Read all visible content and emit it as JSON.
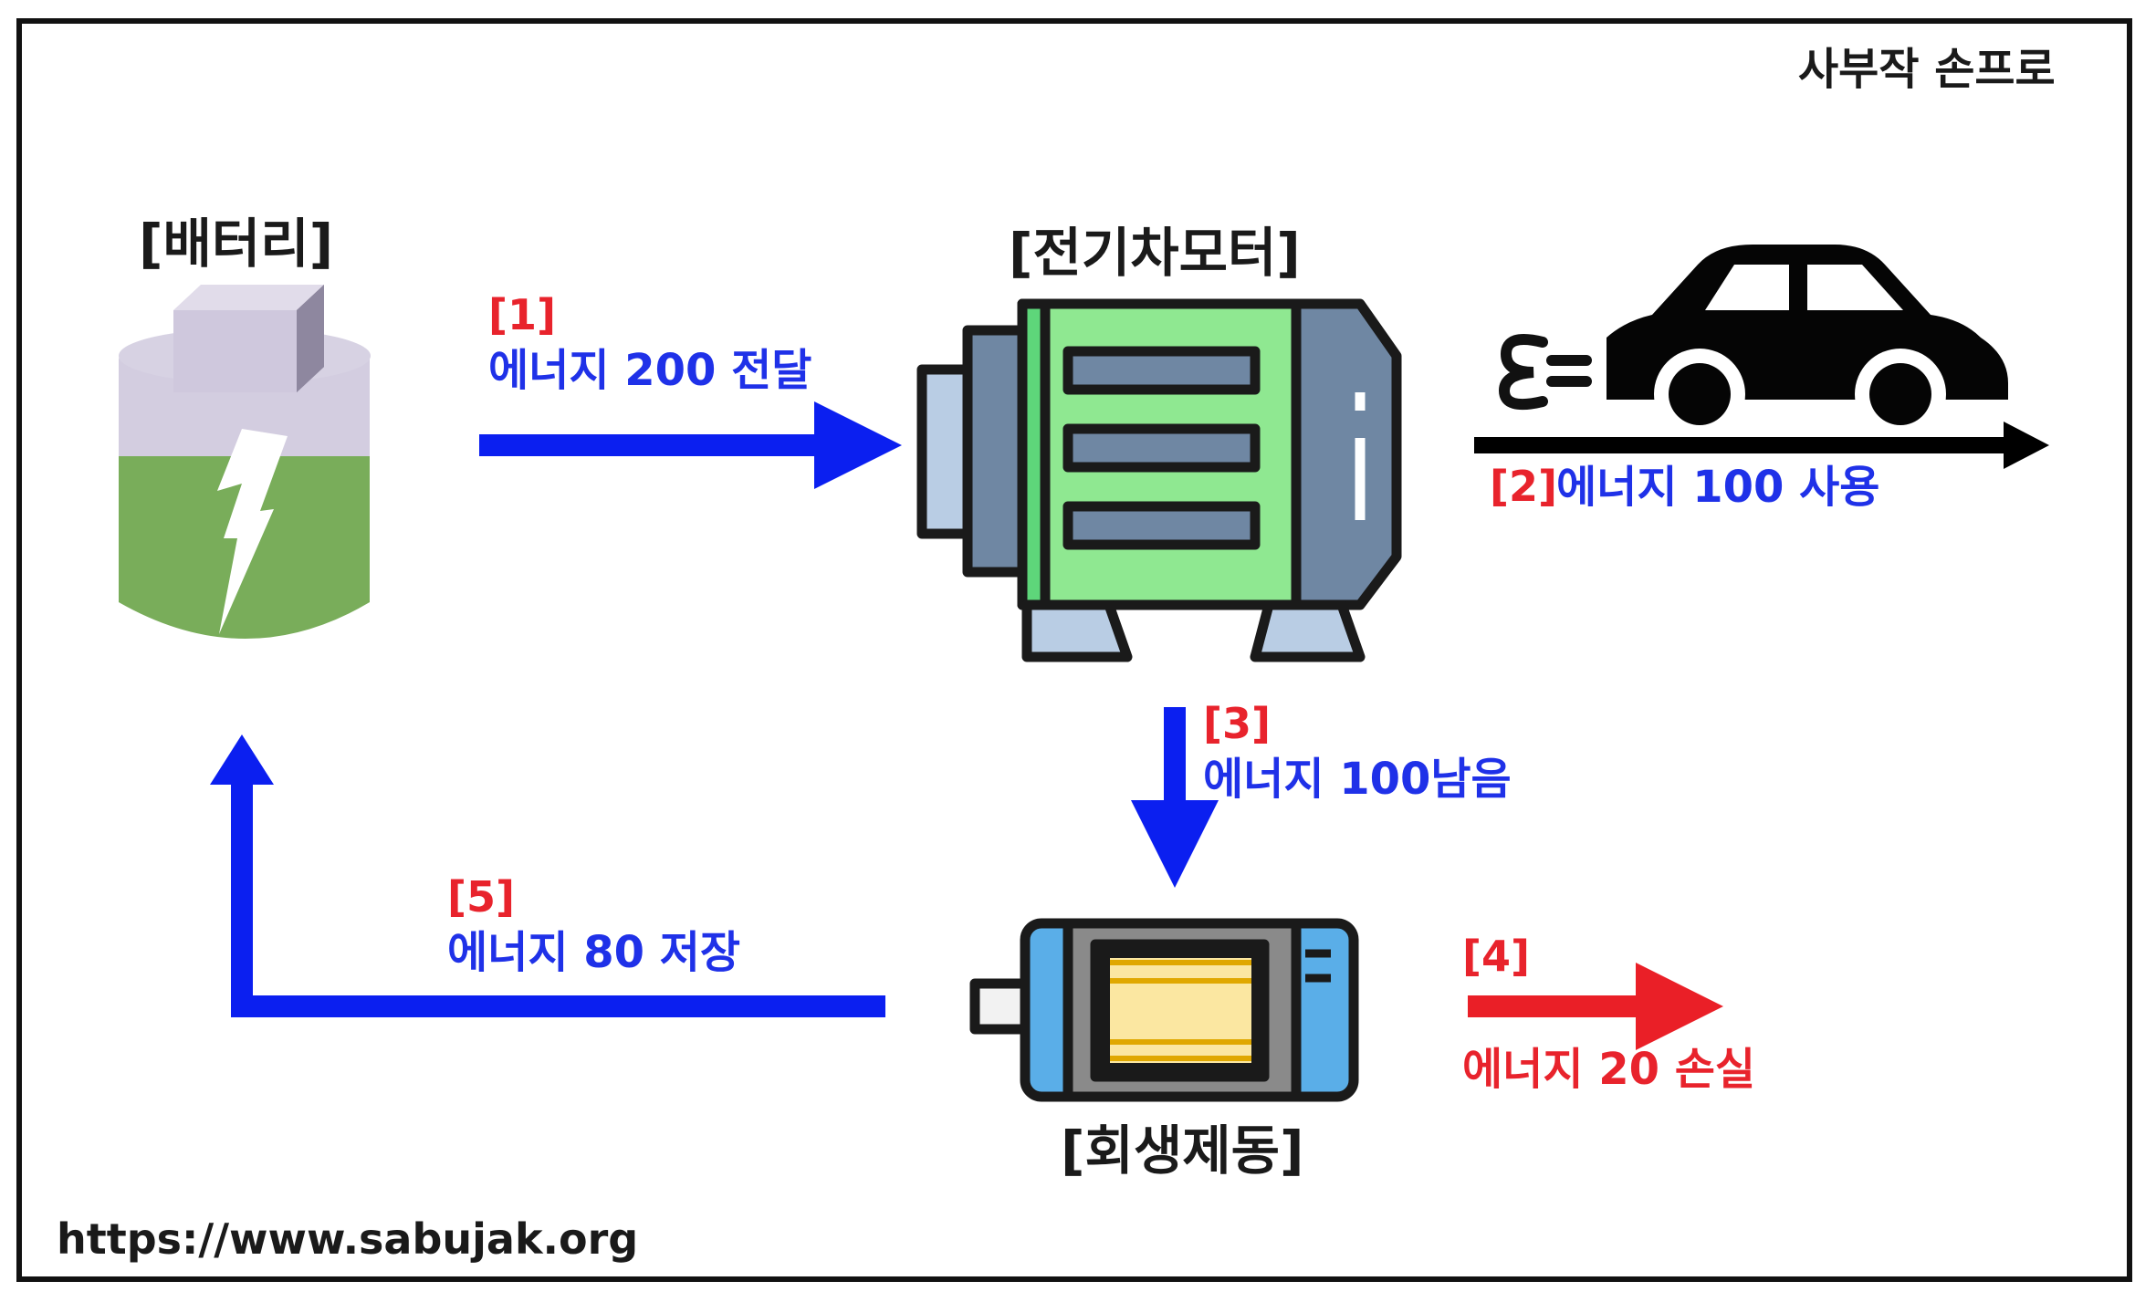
{
  "watermark": "사부작 손프로",
  "url": "https://www.sabujak.org",
  "labels": {
    "battery": "[배터리]",
    "motor": "[전기차모터]",
    "regen": "[회생제동]"
  },
  "flows": [
    {
      "step": "[1]",
      "text": "에너지 200 전달"
    },
    {
      "step": "[2]",
      "text": "에너지 100 사용"
    },
    {
      "step": "[3]",
      "text": "에너지 100남음"
    },
    {
      "step": "[4]",
      "text": "에너지 20 손실"
    },
    {
      "step": "[5]",
      "text": "에너지 80 저장"
    }
  ],
  "colors": {
    "step": "#e8232c",
    "energy": "#1f31e8",
    "loss": "#e8232c",
    "car_arrow": "#000000",
    "battery_green": "#79ad5a",
    "battery_top": "#d3cde0",
    "motor_green": "#8fe891",
    "generator_blue": "#5aaee8"
  },
  "icons": [
    "battery-icon",
    "electric-motor-icon",
    "car-icon",
    "generator-icon"
  ]
}
